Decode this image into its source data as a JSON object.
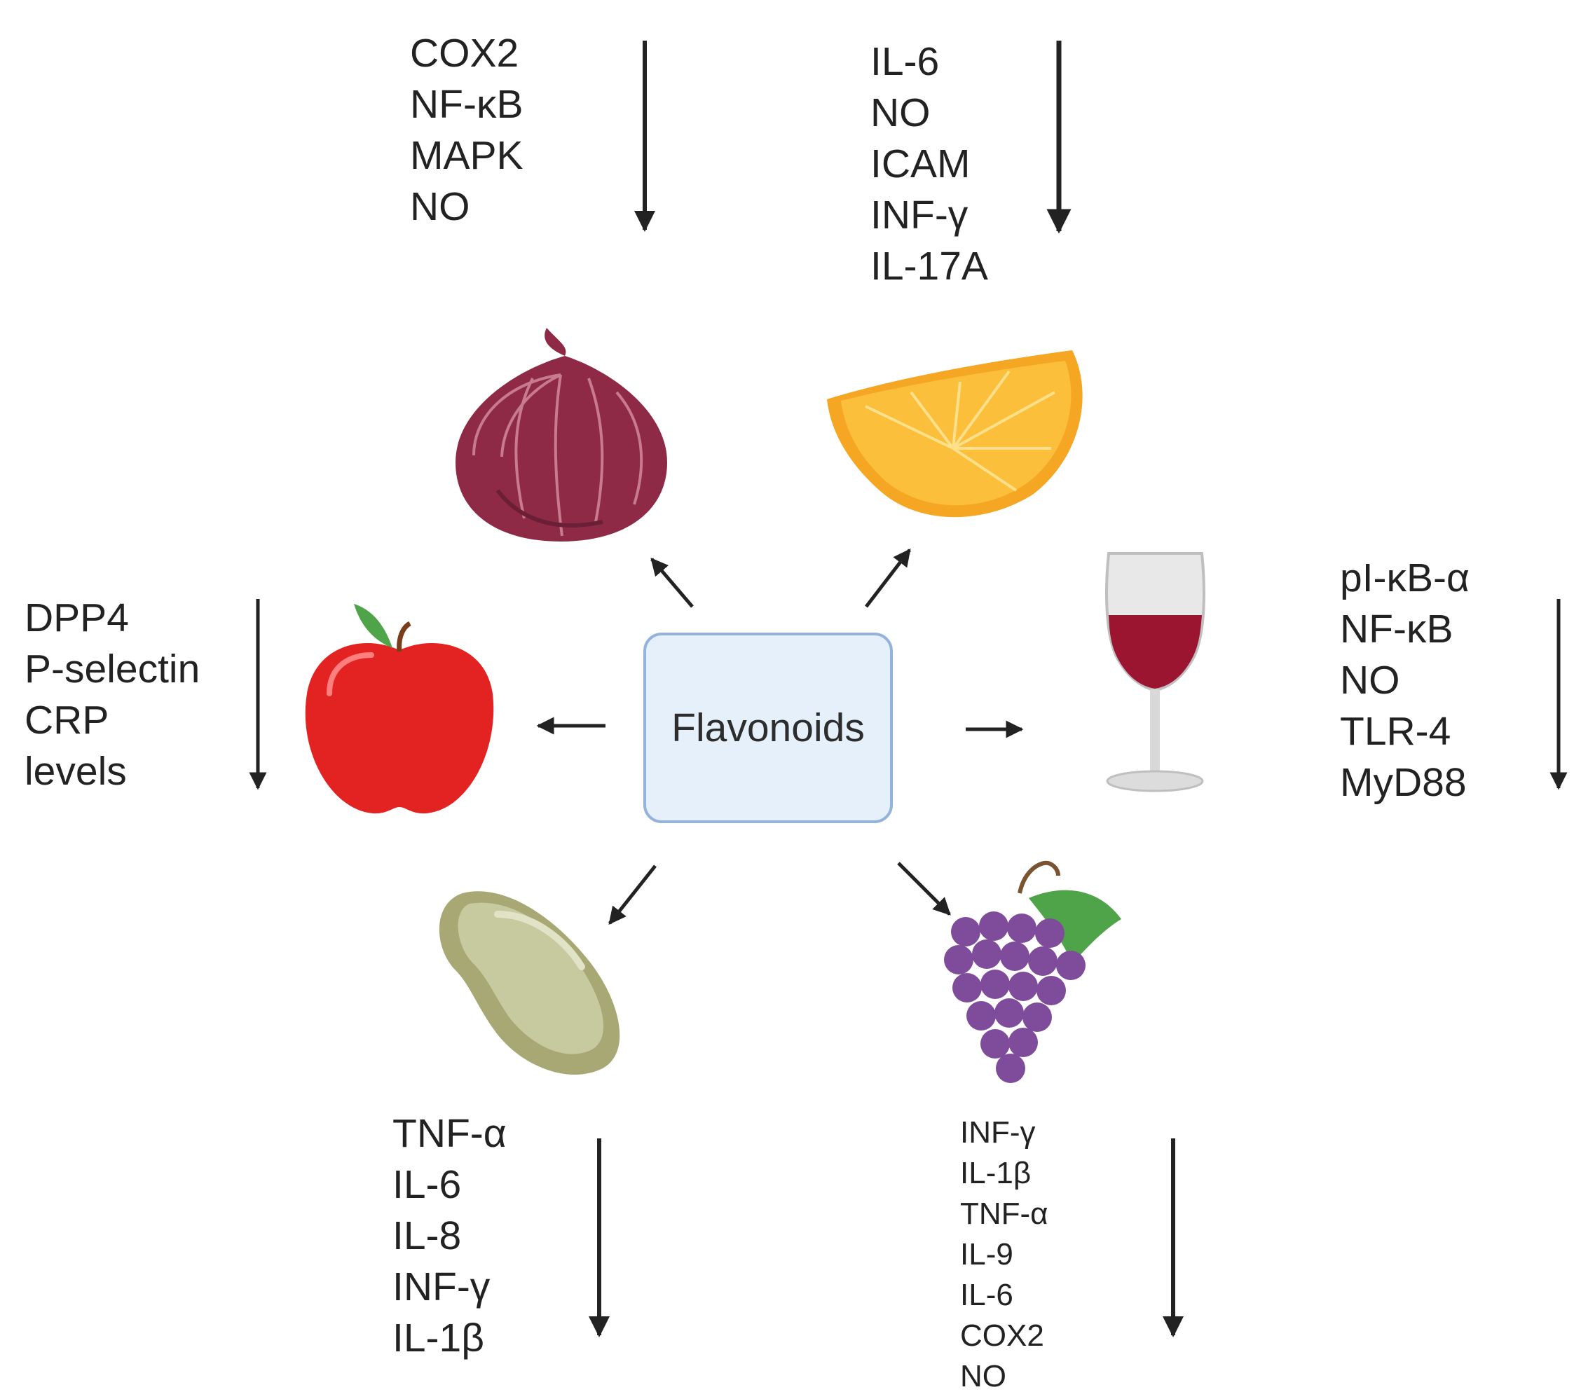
{
  "center": {
    "label": "Flavonoids"
  },
  "sources": {
    "onion": {
      "icon": "onion-icon",
      "markers": [
        "COX2",
        "NF-κB",
        "MAPK",
        "NO"
      ]
    },
    "orange": {
      "icon": "orange-slice-icon",
      "markers": [
        "IL-6",
        "NO",
        "ICAM",
        "INF-γ",
        "IL-17A"
      ]
    },
    "apple": {
      "icon": "apple-icon",
      "markers": [
        "DPP4",
        "P-selectin",
        "CRP",
        "levels"
      ]
    },
    "wine": {
      "icon": "wine-glass-icon",
      "markers": [
        "pI-κB-α",
        "NF-κB",
        "NO",
        "TLR-4",
        "MyD88"
      ]
    },
    "bean": {
      "icon": "bean-icon",
      "markers": [
        "TNF-α",
        "IL-6",
        "IL-8",
        "INF-γ",
        "IL-1β"
      ]
    },
    "grapes": {
      "icon": "grapes-icon",
      "markers": [
        "INF-γ",
        "IL-1β",
        "TNF-α",
        "IL-9",
        "IL-6",
        "COX2",
        "NO"
      ]
    }
  },
  "colors": {
    "box_fill": "#e6f0fb",
    "box_border": "#93b3dc",
    "arrow": "#222222",
    "onion": "#8e2a46",
    "orange": "#f5a623",
    "apple": "#e32222",
    "wine": "#9b1530",
    "bean": "#c7c99f",
    "grapes": "#7e4c9a"
  }
}
